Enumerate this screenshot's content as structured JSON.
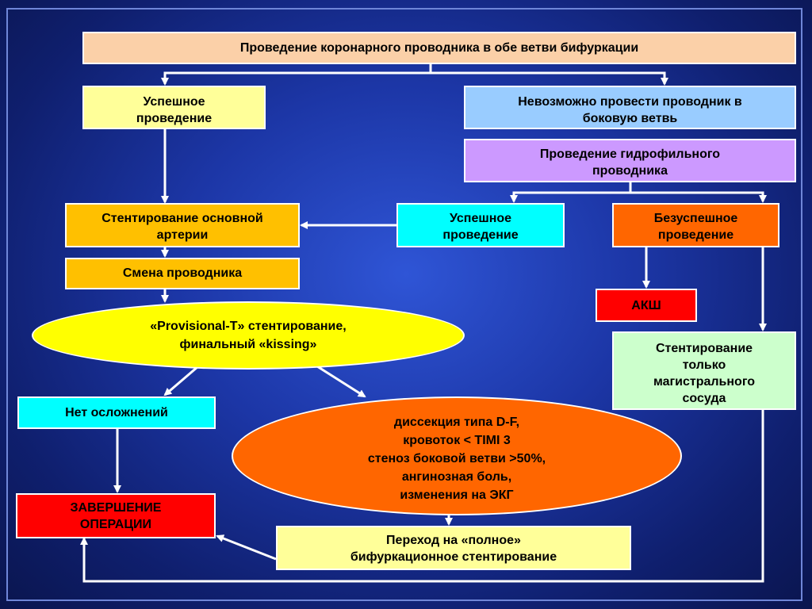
{
  "nodes": {
    "top": {
      "text": "Проведение коронарного проводника в обе ветви бифуркации",
      "color": "#fbd0a8"
    },
    "success_left": {
      "lines": [
        "Успешное",
        "проведение"
      ],
      "color": "#ffff99"
    },
    "impossible": {
      "lines": [
        "Невозможно провести проводник в",
        "боковую ветвь"
      ],
      "color": "#99ccff"
    },
    "hydrophilic": {
      "lines": [
        "Проведение гидрофильного",
        "проводника"
      ],
      "color": "#cc99ff"
    },
    "stent_main": {
      "lines": [
        "Стентирование основной",
        "артерии"
      ],
      "color": "#ffc000"
    },
    "success_mid": {
      "lines": [
        "Успешное",
        "проведение"
      ],
      "color": "#00ffff"
    },
    "fail": {
      "lines": [
        "Безуспешное",
        "проведение"
      ],
      "color": "#ff6600"
    },
    "change_wire": {
      "lines": [
        "Смена проводника"
      ],
      "color": "#ffc000"
    },
    "aksh": {
      "lines": [
        "АКШ"
      ],
      "color": "#ff0000"
    },
    "provisional": {
      "lines": [
        "«Provisional-T» стентирование,",
        "финальный «kissing»"
      ],
      "color": "#ffff00"
    },
    "stent_trunk": {
      "lines": [
        "Стентирование",
        "только",
        "магистрального",
        "сосуда"
      ],
      "color": "#ccffcc"
    },
    "no_complications": {
      "lines": [
        "Нет осложнений"
      ],
      "color": "#00ffff"
    },
    "complications": {
      "lines": [
        "диссекция типа D-F,",
        "кровоток < TIMI 3",
        "стеноз боковой ветви  >50%,",
        "ангинозная боль,",
        "изменения на ЭКГ"
      ],
      "color": "#ff6600"
    },
    "finish": {
      "lines": [
        "ЗАВЕРШЕНИЕ",
        "ОПЕРАЦИИ"
      ],
      "color": "#ff0000"
    },
    "full_bifurcation": {
      "lines": [
        "Переход на «полное»",
        "бифуркационное стентирование"
      ],
      "color": "#ffff99"
    }
  },
  "connector_color": "#ffffff"
}
